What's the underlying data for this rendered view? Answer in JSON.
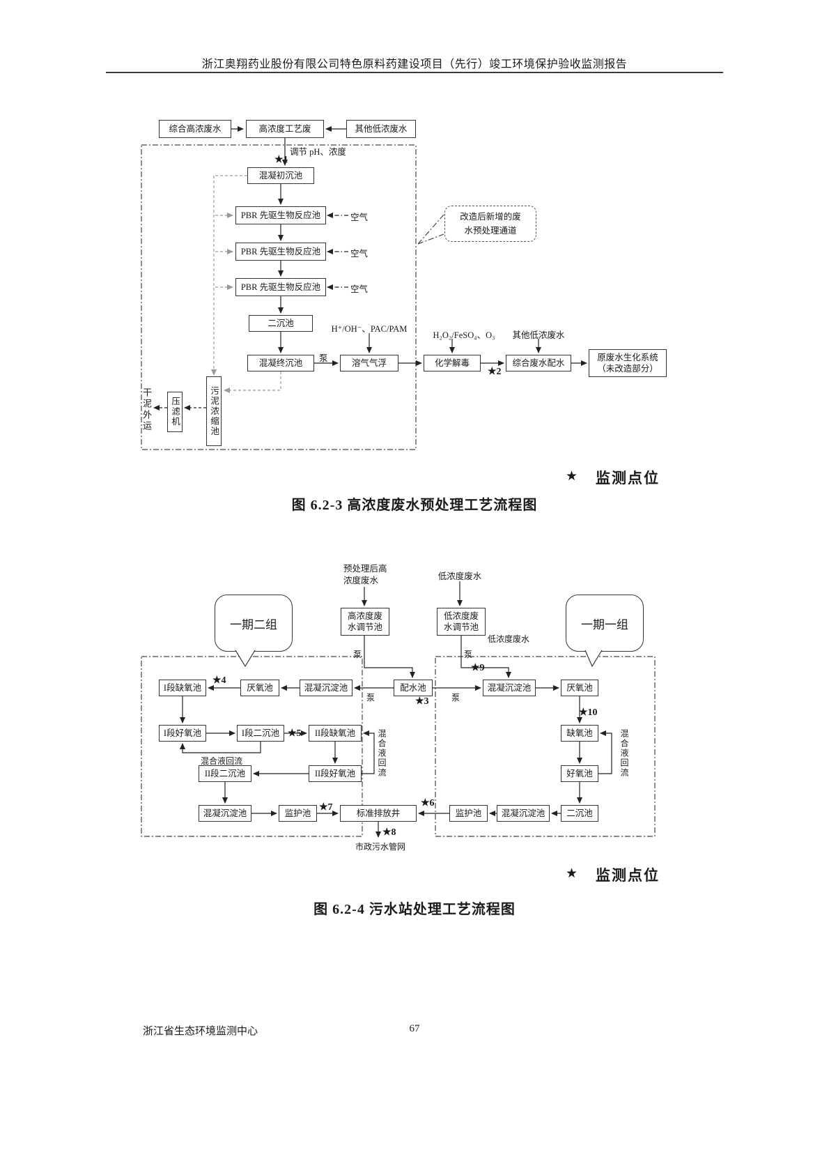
{
  "header": {
    "title": "浙江奥翔药业股份有限公司特色原料药建设项目（先行）竣工环境保护验收监测报告"
  },
  "footer": {
    "org": "浙江省生态环境监测中心",
    "page": "67"
  },
  "legend": {
    "star": "★",
    "label": "监测点位"
  },
  "d1": {
    "caption": "图 6.2-3  高浓度废水预处理工艺流程图",
    "n": {
      "src1": "综合高浓废水",
      "src2": "高浓度工艺废",
      "src3": "其他低浓废水",
      "adjust": "调节 pH、浓度",
      "star1": "★1",
      "coag1": "混凝初沉池",
      "pbr": "PBR 先驱生物反应池",
      "air": "空气",
      "clar2": "二沉池",
      "coagF": "混凝终沉池",
      "pump": "泵",
      "daf": "溶气气浮",
      "dafChem": "H⁺/OH⁻、PAC/PAM",
      "detox": "化学解毒",
      "detoxChem": "H₂O₂/FeSO₄、O₃",
      "star2": "★2",
      "otherLow": "其他低浓废水",
      "dist": "综合废水配水",
      "bio1": "原废水生化系统",
      "bio2": "（未改造部分）",
      "thickener": "污泥浓缩池",
      "press": "压滤机",
      "out": "干泥外运",
      "callout1": "改造后新增的废",
      "callout2": "水预处理通道"
    }
  },
  "d2": {
    "caption": "图 6.2-4  污水站处理工艺流程图",
    "n": {
      "preHigh1": "预处理后高",
      "preHigh2": "浓度废水",
      "lowIn": "低浓度废水",
      "highTank1": "高浓度废",
      "highTank2": "水调节池",
      "lowTank1": "低浓度废",
      "lowTank2": "水调节池",
      "lowBranch": "低浓度废水",
      "groupB": "一期二组",
      "groupA": "一期一组",
      "pump": "泵",
      "dist": "配水池",
      "coagSed": "混凝沉淀池",
      "anaerobic": "厌氧池",
      "s1Anoxic": "I段缺氧池",
      "s1Aerobic": "I段好氧池",
      "s1Clar": "I段二沉池",
      "s2Anoxic": "II段缺氧池",
      "s2Aerobic": "II段好氧池",
      "s2Clar": "II段二沉池",
      "recycle": "混合液回流",
      "anoxic": "缺氧池",
      "aerobic": "好氧池",
      "clar": "二沉池",
      "guard": "监护池",
      "discharge": "标准排放井",
      "sewer": "市政污水管网",
      "star3": "★3",
      "star4": "★4",
      "star5": "★5",
      "star6": "★6",
      "star7": "★7",
      "star8": "★8",
      "star9": "★9",
      "star10": "★10"
    }
  }
}
